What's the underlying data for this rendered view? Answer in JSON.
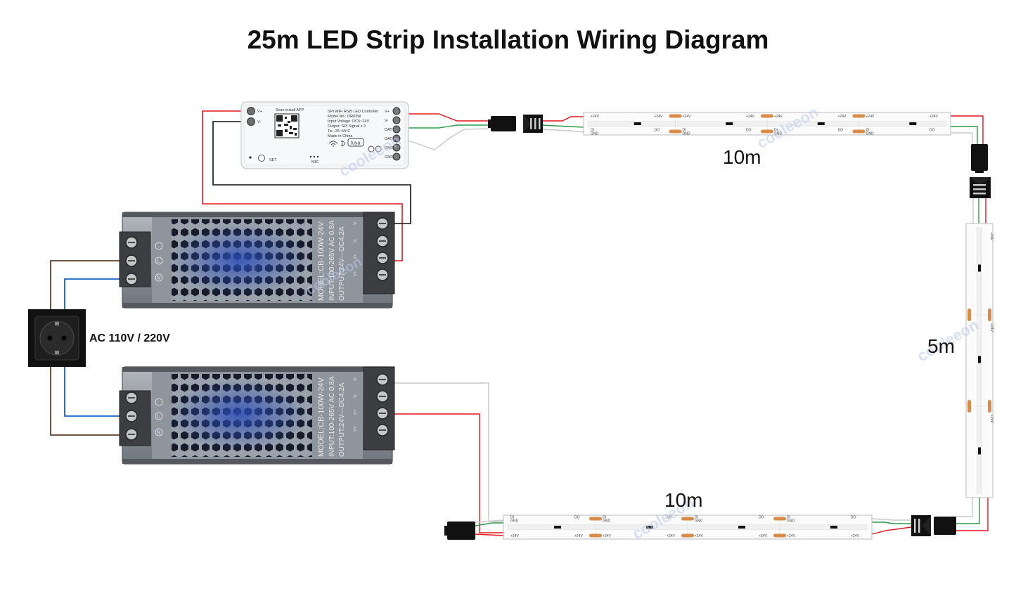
{
  "title": "25m LED Strip Installation Wiring Diagram",
  "ac_label": "AC 110V / 220V",
  "strip_lengths": {
    "top": "10m",
    "right": "5m",
    "bottom": "10m"
  },
  "controller": {
    "scan_text": "Scan install APP",
    "name": "SPI WiFi RGB LED Controller",
    "model": "Model No.: DR03W",
    "input": "Input Voltage: DC5~24V",
    "output": "Output: SPI Signal x 2",
    "temp": "Ta: -25~55°C",
    "origin": "Made in China",
    "brand": "tuya",
    "set_label": "SET",
    "mic_label": "MIC",
    "ports_left": [
      "V+",
      "V-"
    ],
    "ports_right": [
      "V+",
      "V-",
      "DAT",
      "DAT",
      "GND",
      "GND"
    ]
  },
  "psu": {
    "model": "MODEL:CB-100W-24V",
    "input": "INPUT:100-265V AC 0.8A",
    "output": "OUTPUT:24V—DC4.2A",
    "ac_terminals": [
      "L",
      "N"
    ],
    "dc_terminals": [
      "V-",
      "V-",
      "V+",
      "V+"
    ]
  },
  "strip_pads": {
    "pos": "+24V",
    "din": "DI",
    "dout": "DO",
    "gnd": "GND"
  },
  "watermark": "cooleeon",
  "colors": {
    "red": "#e0161d",
    "black": "#111111",
    "blue": "#1662c2",
    "brown": "#5a4226",
    "green": "#2f9a4a",
    "white_wire": "#c9c9c9",
    "pad": "#d98c4a"
  }
}
